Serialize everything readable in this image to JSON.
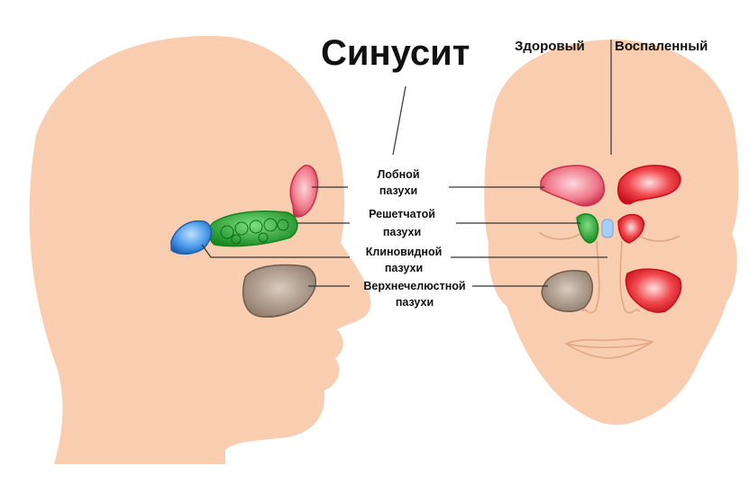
{
  "title": "Синусит",
  "header": {
    "healthy": "Здоровый",
    "inflamed": "Воспаленный"
  },
  "labels": [
    {
      "line1": "Лобной",
      "line2": "пазухи"
    },
    {
      "line1": "Решетчатой",
      "line2": "пазухи"
    },
    {
      "line1": "Клиновидной",
      "line2": "пазухи"
    },
    {
      "line1": "Верхнечелюстной",
      "line2": "пазухи"
    }
  ],
  "colors": {
    "skin": "#f8cdb0",
    "frontal": "#e6506a",
    "ethmoid": "#22a52e",
    "sphenoid": "#2f7fd6",
    "maxillary": "#a28e7c",
    "inflamed": "#e8222e"
  }
}
